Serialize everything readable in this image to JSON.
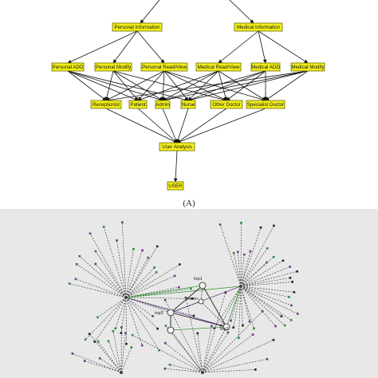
{
  "panel_a": {
    "caption": "(A)",
    "nodes": {
      "personal_information": "Personal Information",
      "medical_information": "Medical Information",
      "personal_add": "Personal ADD",
      "personal_modify": "Personal Modify",
      "personal_read_view": "Personal Read/View",
      "medical_read_view": "Medical Read/View",
      "medical_add": "Medical ADD",
      "medical_modify": "Medical Modify",
      "receptionist": "Receptionist",
      "patient": "Patient",
      "admin": "Admin",
      "nurse": "Nurse",
      "other_doctor": "Other Doctor",
      "specialist_doctor": "Specialist Doctor",
      "user_analysis": "User Analysis",
      "user": "USER"
    },
    "colors": {
      "node_fill": "#f2ee1a",
      "edge": "#111111"
    }
  },
  "panel_b": {
    "labels": {
      "top1": "top1",
      "top3": "top3",
      "server": "server",
      "top2": "top2"
    },
    "colors": {
      "background": "#e8e8e8",
      "edge": "#333333",
      "green_link": "#3a9a3a",
      "purple_link": "#6a3a8a"
    }
  }
}
